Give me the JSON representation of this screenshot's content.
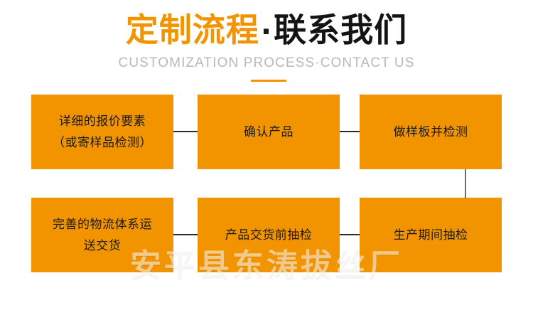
{
  "header": {
    "title_orange": "定制流程",
    "title_separator": "·",
    "title_black": "联系我们",
    "subtitle": "CUSTOMIZATION PROCESS·CONTACT US"
  },
  "colors": {
    "accent_orange": "#F29400",
    "title_black": "#141414",
    "subtitle_gray": "#B9B9B9",
    "connector": "#2A2A2A",
    "background": "#FFFFFF"
  },
  "flow": {
    "rows": [
      {
        "boxes": [
          {
            "id": "quote-elements",
            "text": "详细的报价要素\n（或寄样品检测）"
          },
          {
            "id": "confirm-product",
            "text": "确认产品"
          },
          {
            "id": "make-sample-and-test",
            "text": "做样板并检测"
          }
        ]
      },
      {
        "boxes": [
          {
            "id": "logistics-delivery",
            "text": "完善的物流体系运\n送交货"
          },
          {
            "id": "pre-delivery-inspection",
            "text": "产品交货前抽检"
          },
          {
            "id": "in-production-inspection",
            "text": "生产期间抽检"
          }
        ]
      }
    ],
    "connectors": [
      {
        "id": "r1c1-to-r1c2",
        "orientation": "horizontal"
      },
      {
        "id": "r1c2-to-r1c3",
        "orientation": "horizontal"
      },
      {
        "id": "r1c3-to-r2c3",
        "orientation": "vertical"
      },
      {
        "id": "r2c3-to-r2c2",
        "orientation": "horizontal"
      },
      {
        "id": "r2c2-to-r2c1",
        "orientation": "horizontal"
      }
    ]
  },
  "watermark": {
    "text": "安平县东涛拔丝厂"
  }
}
